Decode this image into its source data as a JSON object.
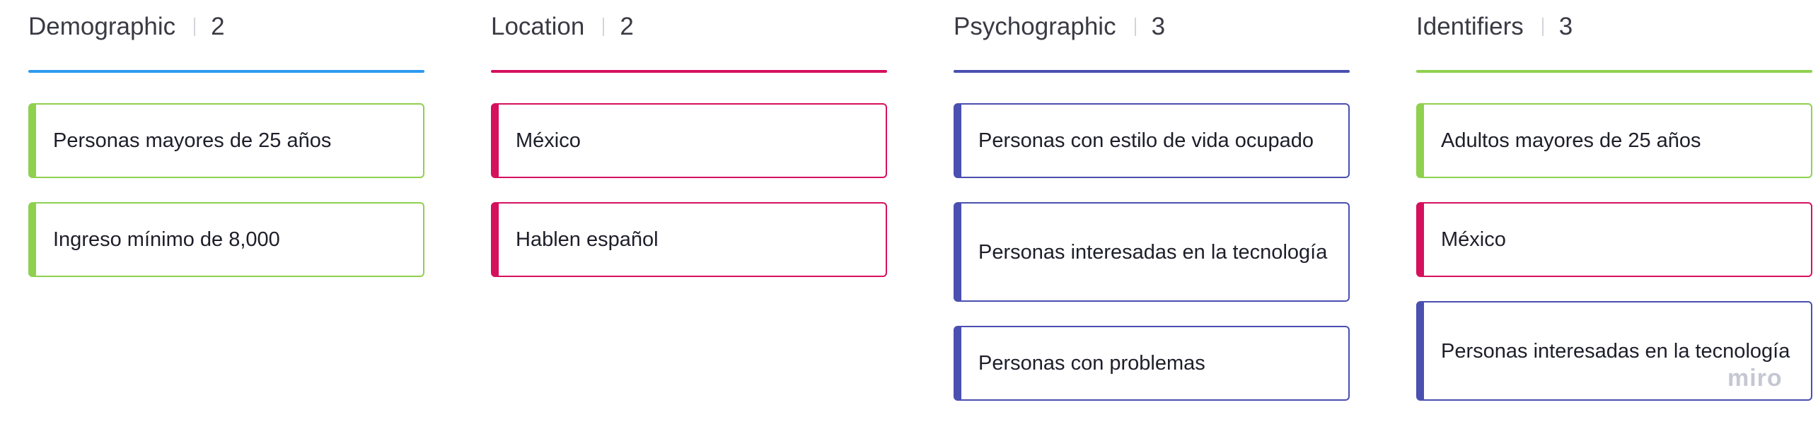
{
  "colors": {
    "green": "#8fd14f",
    "pink": "#d5115e",
    "indigo": "#4a4fb0",
    "blue": "#2d9bf0"
  },
  "columns": [
    {
      "title": "Demographic",
      "count": "2",
      "rule_color": "#2d9bf0",
      "cards": [
        {
          "text": "Personas mayores de 25 años",
          "color": "green"
        },
        {
          "text": "Ingreso mínimo de 8,000",
          "color": "green"
        }
      ]
    },
    {
      "title": "Location",
      "count": "2",
      "rule_color": "#d5115e",
      "cards": [
        {
          "text": "México",
          "color": "pink"
        },
        {
          "text": "Hablen español",
          "color": "pink"
        }
      ]
    },
    {
      "title": "Psychographic",
      "count": "3",
      "rule_color": "#4a4fb0",
      "cards": [
        {
          "text": "Personas con estilo de vida ocupado",
          "color": "indigo"
        },
        {
          "text": "Personas interesadas en la tecnología",
          "color": "indigo"
        },
        {
          "text": "Personas con problemas",
          "color": "indigo"
        }
      ]
    },
    {
      "title": "Identifiers",
      "count": "3",
      "rule_color": "#8fd14f",
      "cards": [
        {
          "text": "Adultos mayores de 25 años",
          "color": "green"
        },
        {
          "text": "México",
          "color": "pink"
        },
        {
          "text": "Personas interesadas en la tecnología",
          "color": "indigo"
        }
      ]
    }
  ],
  "watermark": "miro"
}
